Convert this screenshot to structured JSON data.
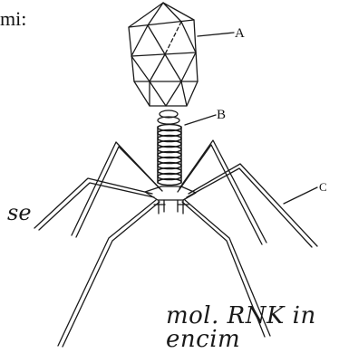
{
  "heading": "mi:",
  "labels": {
    "a": "A",
    "b": "B",
    "c": "C"
  },
  "handwriting": {
    "left_note": "se",
    "bottom_note": "mol. RNK in encim"
  }
}
